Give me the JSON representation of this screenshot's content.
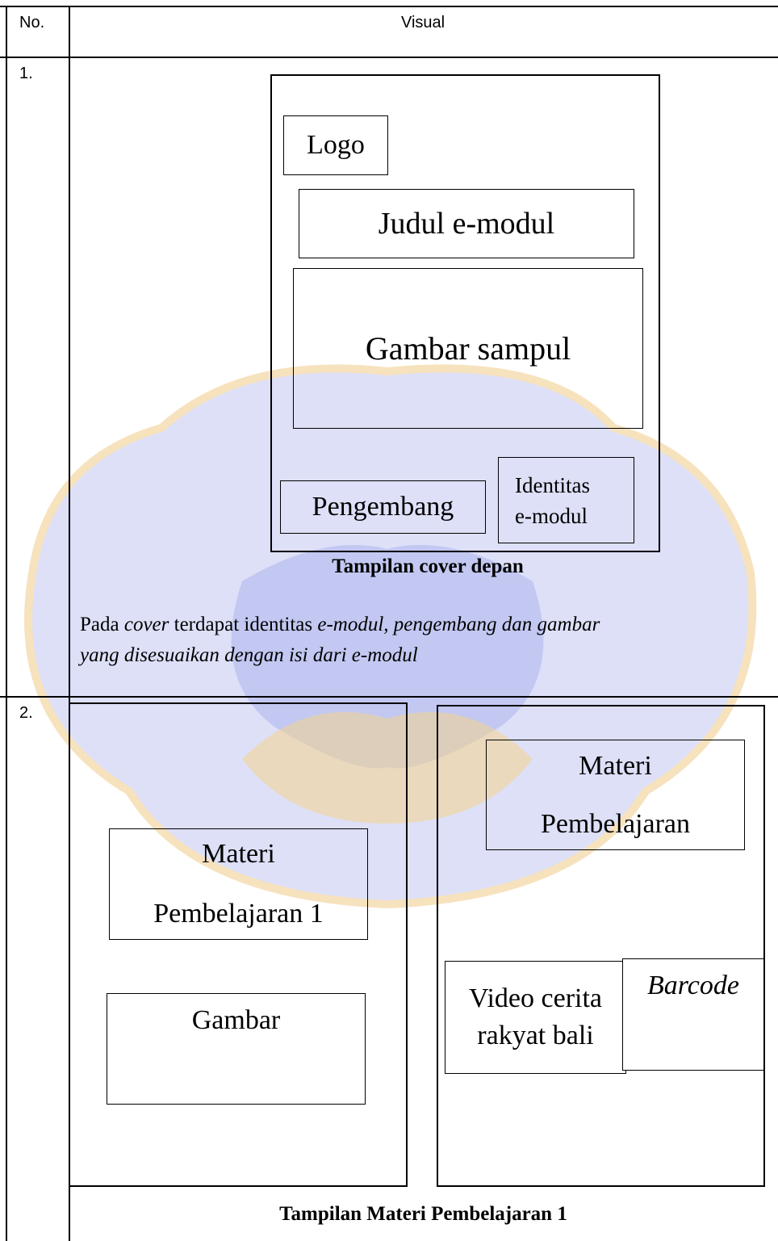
{
  "table": {
    "col_no": "No.",
    "col_visual": "Visual"
  },
  "row1": {
    "number": "1.",
    "logo": "Logo",
    "title": "Judul e-modul",
    "cover_image": "Gambar sampul",
    "developer": "Pengembang",
    "identity_line1": "Identitas",
    "identity_line2": "e-modul",
    "caption": "Tampilan cover depan",
    "desc_parts": [
      "Pada ",
      "cover",
      " terdapat identitas ",
      "e-modul, pengembang dan gambar",
      "yang disesuaikan dengan isi dari  e-modul"
    ]
  },
  "row2": {
    "number": "2.",
    "left_material_line1": "Materi",
    "left_material_line2": "Pembelajaran 1",
    "left_image": "Gambar",
    "right_material_line1": "Materi",
    "right_material_line2": "Pembelajaran",
    "video_line1": "Video cerita",
    "video_line2": "rakyat bali",
    "barcode": "Barcode",
    "caption": "Tampilan Materi Pembelajaran 1"
  },
  "colors": {
    "watermark_blue": "#b9bff0",
    "watermark_gold": "#f1cc8a"
  }
}
